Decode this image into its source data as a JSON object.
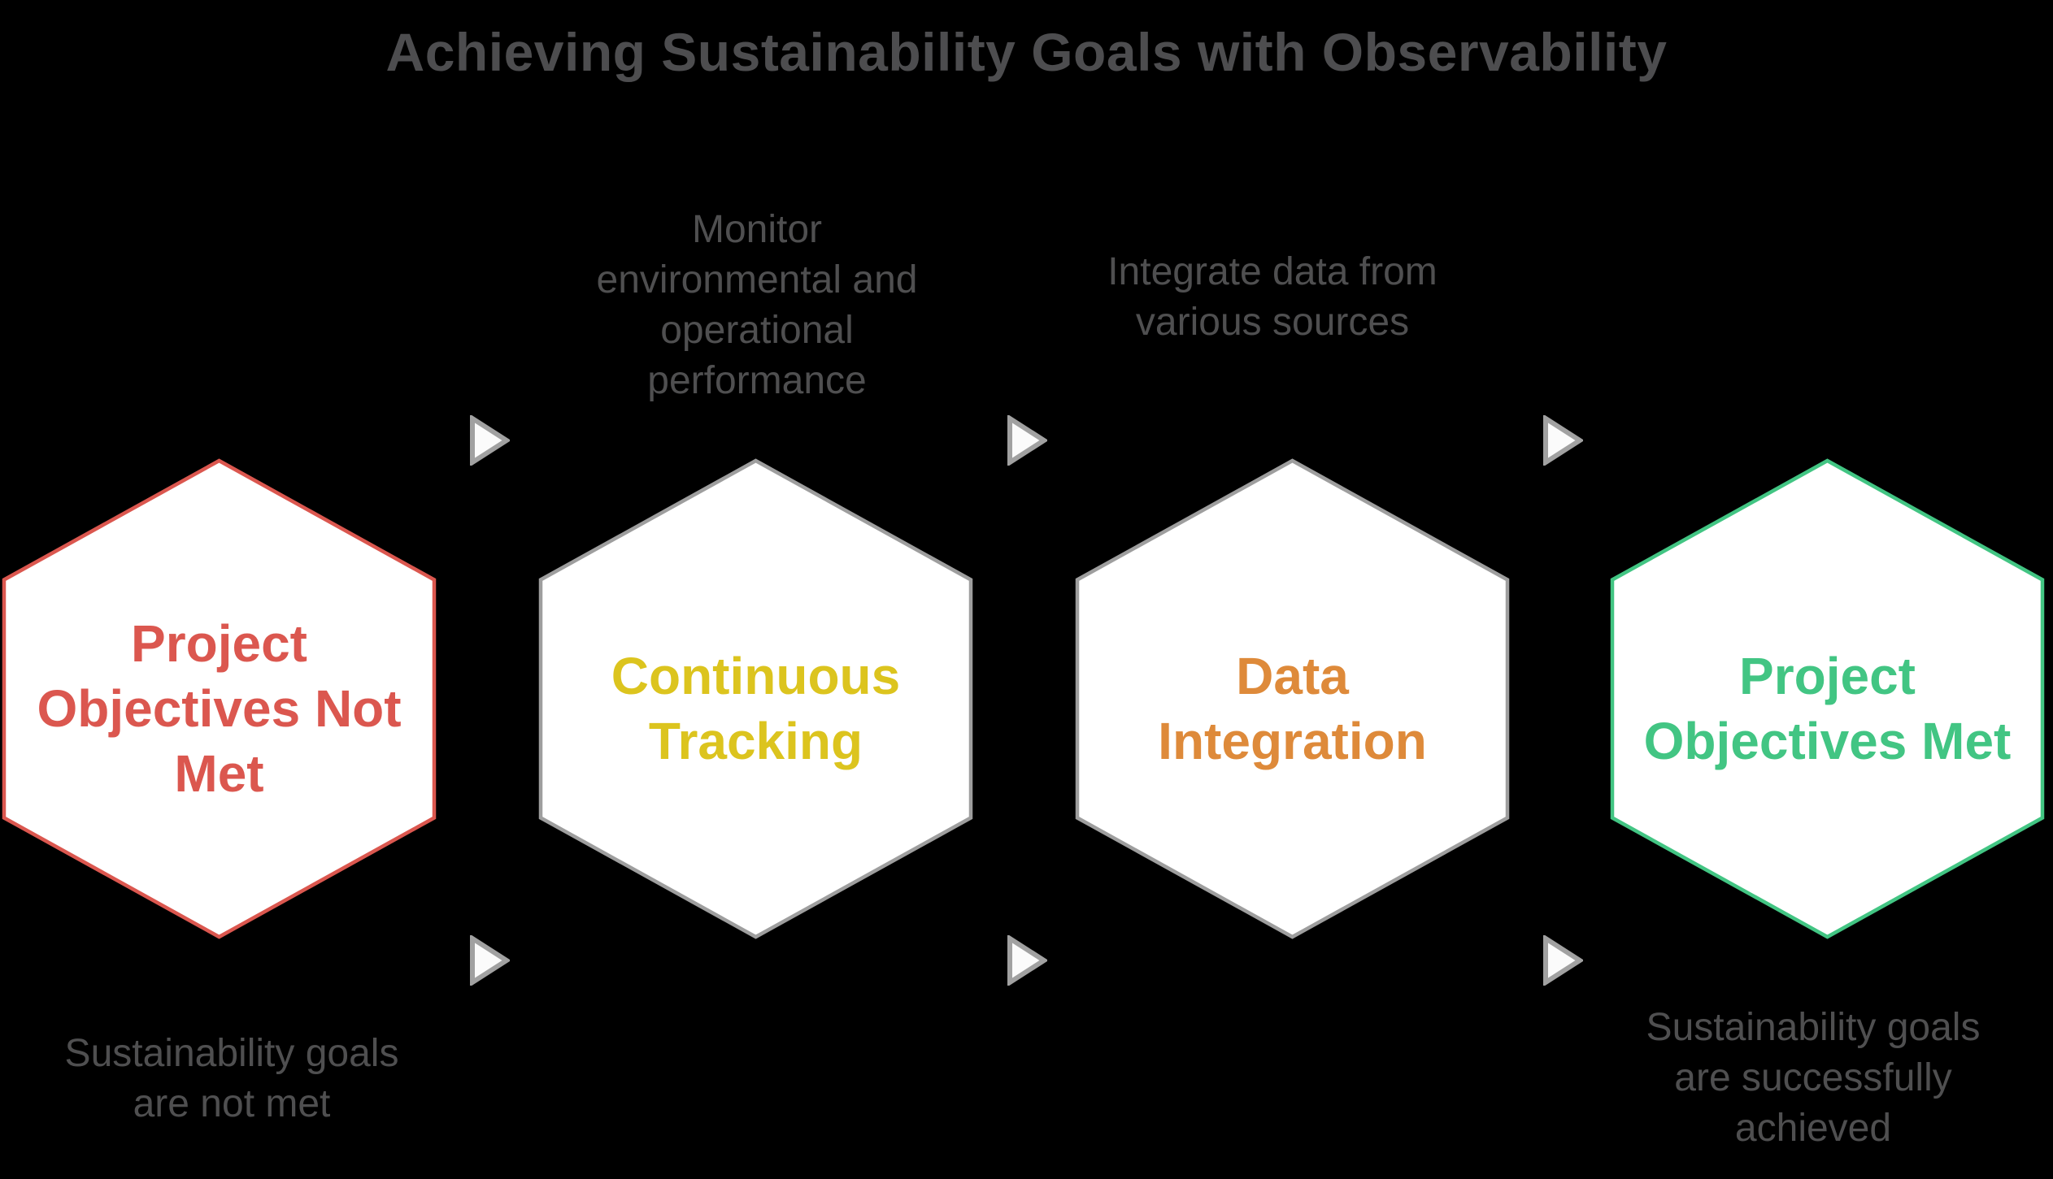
{
  "title": "Achieving Sustainability Goals with Observability",
  "colors": {
    "background": "#000000",
    "title_text": "#4D4D4F",
    "note_text": "#4F4F50",
    "hexagon_fill": "#FFFFFF",
    "neutral_border": "#9E9E9E",
    "arrow_border": "#A1A1A1",
    "arrow_fill": "#FBFBFB",
    "red": "#DB574F",
    "yellow": "#DCC41E",
    "orange": "#DE8A3A",
    "green": "#42C583"
  },
  "steps": [
    {
      "id": "project-objectives-not-met",
      "label_lines": [
        "Project",
        "Objectives Not",
        "Met"
      ],
      "text_color": "#DB574F",
      "border_color": "#DB574F"
    },
    {
      "id": "continuous-tracking",
      "label_lines": [
        "Continuous",
        "Tracking"
      ],
      "text_color": "#DCC41E",
      "border_color": "#9E9E9E"
    },
    {
      "id": "data-integration",
      "label_lines": [
        "Data",
        "Integration"
      ],
      "text_color": "#DE8A3A",
      "border_color": "#9E9E9E"
    },
    {
      "id": "project-objectives-met",
      "label_lines": [
        "Project",
        "Objectives Met"
      ],
      "text_color": "#42C583",
      "border_color": "#42C583"
    }
  ],
  "annotations": [
    {
      "id": "monitor-performance",
      "lines": [
        "Monitor",
        "environmental and",
        "operational",
        "performance"
      ]
    },
    {
      "id": "integrate-sources",
      "lines": [
        "Integrate data from",
        "various sources"
      ]
    },
    {
      "id": "goals-not-met",
      "lines": [
        "Sustainability goals",
        "are not met"
      ]
    },
    {
      "id": "goals-achieved",
      "lines": [
        "Sustainability goals",
        "are successfully",
        "achieved"
      ]
    }
  ]
}
